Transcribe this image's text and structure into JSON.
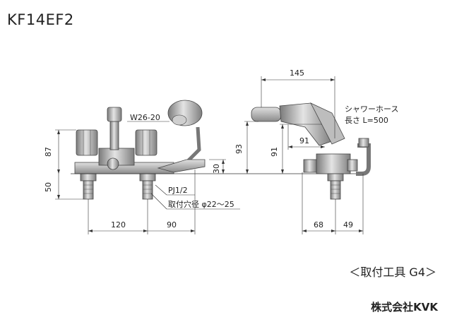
{
  "header": {
    "model": "KF14EF2"
  },
  "labels": {
    "thread_top": "W26-20",
    "hose_line1": "シャワーホース",
    "hose_line2": "長さ L=500",
    "pipe_thread": "PJ1/2",
    "mount_hole": "取付穴径 φ22～25"
  },
  "dimensions": {
    "d145": "145",
    "d87": "87",
    "d50": "50",
    "d93": "93",
    "d91a": "91",
    "d91b": "91",
    "d30": "30",
    "d120": "120",
    "d90": "90",
    "d68": "68",
    "d49": "49"
  },
  "footer": {
    "tools": "＜取付工具 G4＞",
    "brand": "株式会社KVK"
  },
  "colors": {
    "line": "#333333",
    "part": "#9a9a9a",
    "part_dark": "#6e6e6e",
    "part_light": "#d8d8d8"
  }
}
